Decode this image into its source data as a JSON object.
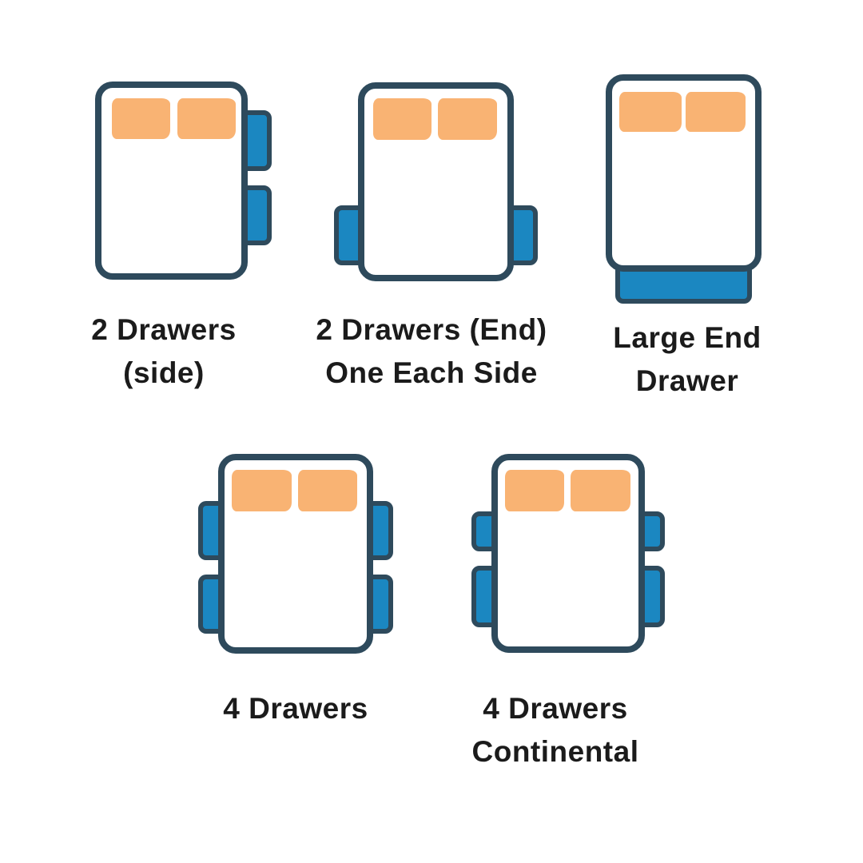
{
  "colors": {
    "background": "#ffffff",
    "outline": "#2e4a5c",
    "drawer_fill": "#1b87c1",
    "pillow_fill": "#f9b373",
    "bed_fill": "#ffffff",
    "label_text": "#1b1b1b"
  },
  "figures": [
    {
      "name": "2-drawers-side",
      "label_lines": [
        "2 Drawers",
        "(side)"
      ],
      "drawer_count": 2,
      "drawer_layout": "two drawers on right side",
      "pillow_count": 2
    },
    {
      "name": "2-drawers-end-one-each-side",
      "label_lines": [
        "2 Drawers (End)",
        "One Each Side"
      ],
      "drawer_count": 2,
      "drawer_layout": "one drawer on each side near foot end",
      "pillow_count": 2
    },
    {
      "name": "large-end-drawer",
      "label_lines": [
        "Large End",
        "Drawer"
      ],
      "drawer_count": 1,
      "drawer_layout": "single wide drawer at foot end",
      "pillow_count": 2
    },
    {
      "name": "4-drawers",
      "label_lines": [
        "4 Drawers"
      ],
      "drawer_count": 4,
      "drawer_layout": "two drawers on each side",
      "pillow_count": 2
    },
    {
      "name": "4-drawers-continental",
      "label_lines": [
        "4 Drawers",
        "Continental"
      ],
      "drawer_count": 4,
      "drawer_layout": "two drawers on each side, shorter top drawers",
      "pillow_count": 2
    }
  ]
}
